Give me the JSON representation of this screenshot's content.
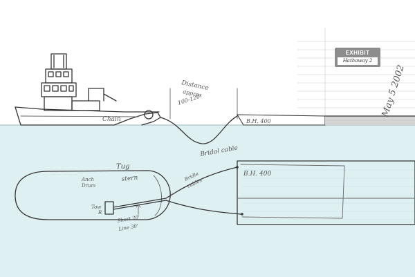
{
  "exhibit": {
    "title": "EXHIBIT",
    "number": "Hathaway 2",
    "date": "May 5 2002"
  },
  "labels": {
    "chain": "Chain",
    "distance": "Distance",
    "approx": "approx",
    "distance_value": "100-120'",
    "bridal_cable_profile": "Bridal cable",
    "bh400_profile": "B.H. 400",
    "tug": "Tug",
    "stern": "stern",
    "anch_drum_1": "Anch",
    "anch_drum_2": "Drum",
    "tow_1": "Tow",
    "tow_2": "R",
    "short_line_1": "Short 20'",
    "short_line_2": "Line 30'",
    "bridle_cables_1": "Bridle",
    "bridle_cables_2": "cables",
    "bh400_plan": "B.H. 400"
  },
  "colors": {
    "water": "#dff0f3",
    "water_line": "#bfd9de",
    "paper": "#ffffff",
    "ink": "#333333",
    "barge_fill": "#d4d4d4"
  }
}
